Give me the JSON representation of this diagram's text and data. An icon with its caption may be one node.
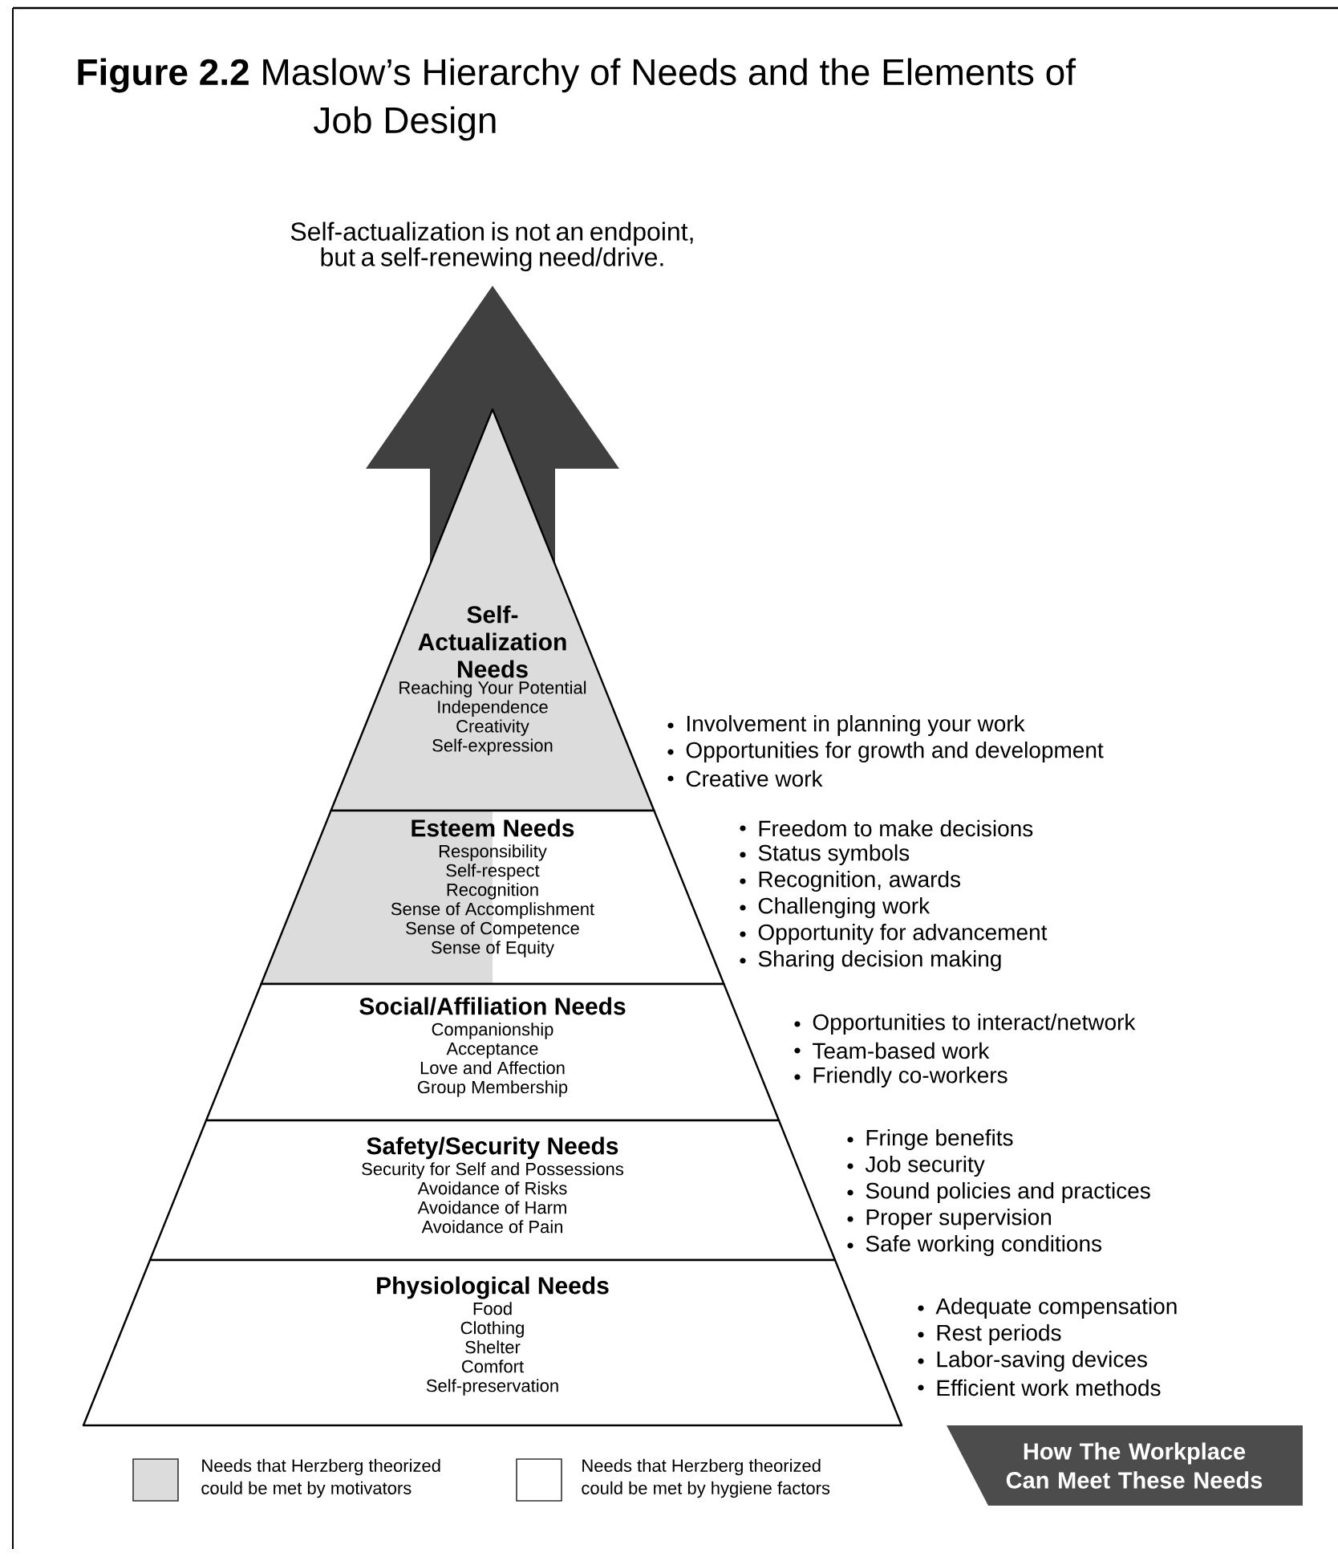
{
  "diagram": {
    "title": "**Figure 2.2** Maslow’s Hierarchy of Needs and the Elements of Job Design",
    "nodes": [
      {
        "text": [
          "Self-Actualization Needs",
          "Reaching Your Potential",
          "Independence",
          "Creativity",
          "Self-expression"
        ],
        "beside": [
          "Involvement in planning your work",
          "Opportunities for growth and development",
          "Creative work"
        ]
      },
      {
        "text": [
          "Esteem Needs",
          "Responsibility",
          "Self-respect",
          "Recognition",
          "Sense of Accomplishment",
          "Sense of Competence",
          "Sense of Equity"
        ],
        "beside": [
          "Freedom to make decisions",
          "Status symbols",
          "Recognition, awards",
          "Challenging work",
          "Opportunity for advancement",
          "Sharing decision making"
        ]
      },
      {
        "text": [
          "Social/Affiliation Needs",
          "Companionship",
          "Acceptance",
          "Love and Affection",
          "Group Membership"
        ],
        "beside": [
          "Opportunities to interact/network",
          "Team-based work",
          "Friendly co-workers"
        ]
      },
      {
        "text": [
          "Safety/Security Needs",
          "Security for Self and Possessions",
          "Avoidance of Risks",
          "Avoidance of Harm",
          "Avoidance of Pain"
        ],
        "beside": [
          "Fringe benefits",
          "Job security",
          "Sound policies and practices",
          "Proper supervision",
          "Safe working conditions"
        ]
      },
      {
        "text": [
          "Physiological Needs",
          "Food",
          "Clothing",
          "Shelter",
          "Comfort",
          "Self-preservation"
        ],
        "beside": [
          "Adequate compensation",
          "Rest periods",
          "Labor-saving devices",
          "Efficient work methods"
        ]
      },
      {
        "text": [
          "How The Workplace Can Meet These Needs"
        ]
      }
    ],
    "labels": [
      "Self-actualization is not an endpoint, but a self-renewing need/drive."
    ],
    "legend": [
      {
        "text": "Needs that Herzberg theorized could be met by motivators",
        "color": "#dcdcdc"
      },
      {
        "text": "Needs that Herzberg theorized could be met by hygiene factors"
      }
    ]
  }
}
